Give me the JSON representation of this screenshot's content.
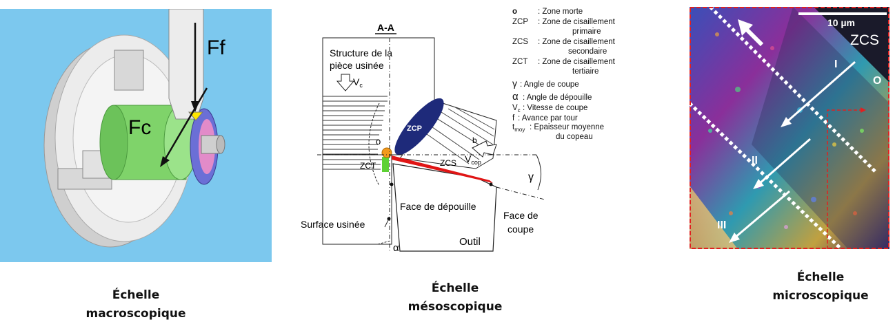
{
  "macro": {
    "label_ff": "Ff",
    "label_fc": "Fc",
    "caption_line1": "Échelle",
    "caption_line2": "macroscopique",
    "colors": {
      "background": "#7cc8ee",
      "chuck": "#e4e4e4",
      "workpiece": "#7fd36a",
      "disc": "#6b6fd6",
      "arrow": "#111111",
      "tool_tip": "#ffe600"
    }
  },
  "meso": {
    "section": "A-A",
    "structure_line1": "Structure de la",
    "structure_line2": "pièce usinée",
    "vc": "V",
    "vc_sub": "c",
    "zcp": "ZCP",
    "o": "o",
    "b": "b",
    "zct": "ZCT",
    "zcs": "ZCS",
    "vcop": "V",
    "vcop_sub": "cop",
    "gamma": "γ",
    "alpha": "α",
    "face_depouille": "Face de dépouille",
    "face_coupe_line1": "Face de",
    "face_coupe_line2": "coupe",
    "surface_usinee": "Surface usinée",
    "outil": "Outil",
    "legend": {
      "o": {
        "sym": "o",
        "desc1": ": Zone morte"
      },
      "zcp": {
        "sym": "ZCP",
        "desc1": ": Zone de cisaillement",
        "desc2": "primaire"
      },
      "zcs": {
        "sym": "ZCS",
        "desc1": ": Zone de cisaillement",
        "desc2": "secondaire"
      },
      "zct": {
        "sym": "ZCT",
        "desc1": ": Zone de cisaillement",
        "desc2": "tertiaire"
      },
      "gamma": {
        "sym": "γ",
        "desc1": ": Angle de coupe"
      },
      "alpha": {
        "sym": "α",
        "desc1": ": Angle de dépouille"
      },
      "vc": {
        "sym": "V",
        "sub": "c",
        "desc1": ": Vitesse de coupe"
      },
      "f": {
        "sym": "f",
        "desc1": ": Avance par tour"
      },
      "tmoy": {
        "sym": "t",
        "sub": "moy",
        "desc1": ": Epaisseur moyenne",
        "desc2": "du copeau"
      }
    },
    "caption_line1": "Échelle",
    "caption_line2": "mésoscopique",
    "colors": {
      "zcp": "#1e2a7a",
      "zcs": "#e01515",
      "zct": "#5ed134",
      "zone_morte": "#f39a1d"
    }
  },
  "micro": {
    "scale": "10 µm",
    "zcs": "ZCS",
    "o": "O",
    "i": "I",
    "ii": "II",
    "iii": "III",
    "caption_line1": "Échelle",
    "caption_line2": "microscopique",
    "colors": {
      "border": "#e02020",
      "dots": "#ffffff"
    }
  }
}
